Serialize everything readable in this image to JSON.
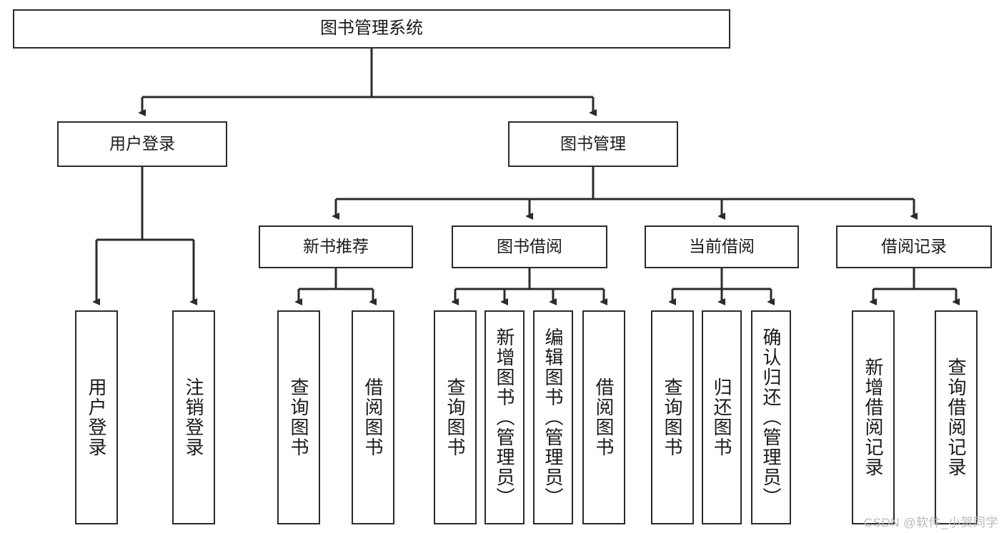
{
  "diagram": {
    "title": "图书管理系统",
    "type": "tree-hierarchy-chart",
    "root": {
      "label": "图书管理系统"
    },
    "level2": [
      {
        "label": "用户登录"
      },
      {
        "label": "图书管理"
      }
    ],
    "level3": [
      {
        "label": "新书推荐"
      },
      {
        "label": "图书借阅"
      },
      {
        "label": "当前借阅"
      },
      {
        "label": "借阅记录"
      }
    ],
    "leaves": [
      {
        "label": "用户登录"
      },
      {
        "label": "注销登录"
      },
      {
        "label": "查询图书"
      },
      {
        "label": "借阅图书"
      },
      {
        "label": "查询图书"
      },
      {
        "label": "新增图书（管理员）"
      },
      {
        "label": "编辑图书（管理员）"
      },
      {
        "label": "借阅图书"
      },
      {
        "label": "查询图书"
      },
      {
        "label": "归还图书"
      },
      {
        "label": "确认归还（管理员）"
      },
      {
        "label": "新增借阅记录"
      },
      {
        "label": "查询借阅记录"
      }
    ],
    "watermark": "CSDN @软件_小贺同学",
    "colors": {
      "stroke": "#2b2b2b",
      "fill": "#ffffff",
      "text": "#1a1a1a",
      "watermark": "#b9b9b9"
    }
  }
}
